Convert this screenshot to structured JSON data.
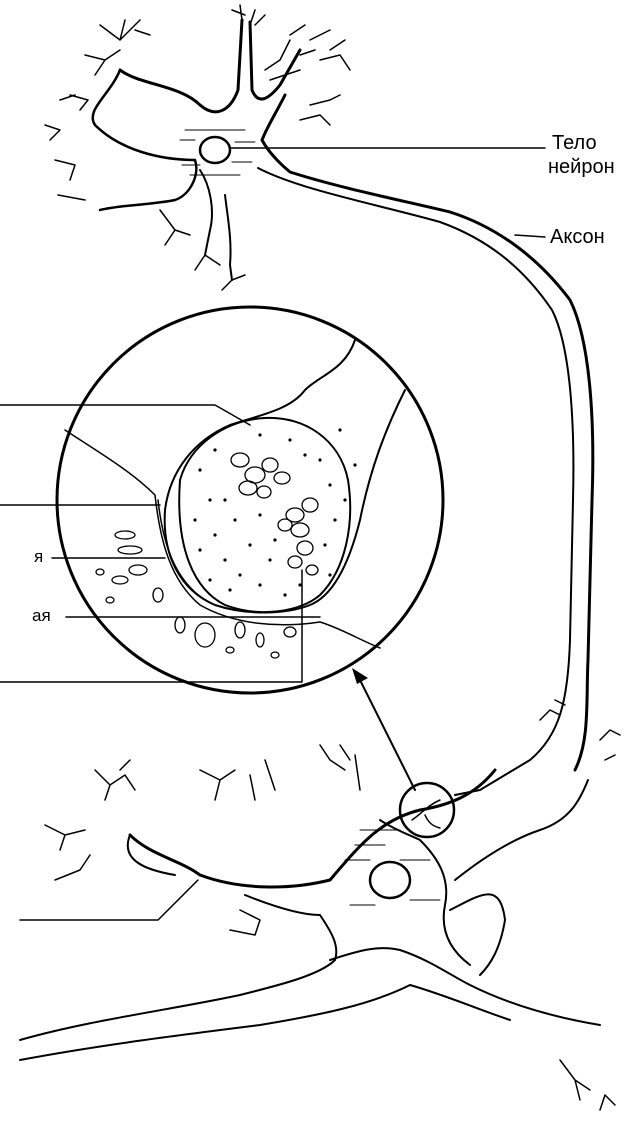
{
  "labels": {
    "cell_body_line1": "Тело",
    "cell_body_line2": "нейрон",
    "axon": "Аксон",
    "cut_label_1": "я",
    "cut_label_2": "ая"
  },
  "colors": {
    "ink": "#000000",
    "background": "#ffffff"
  }
}
